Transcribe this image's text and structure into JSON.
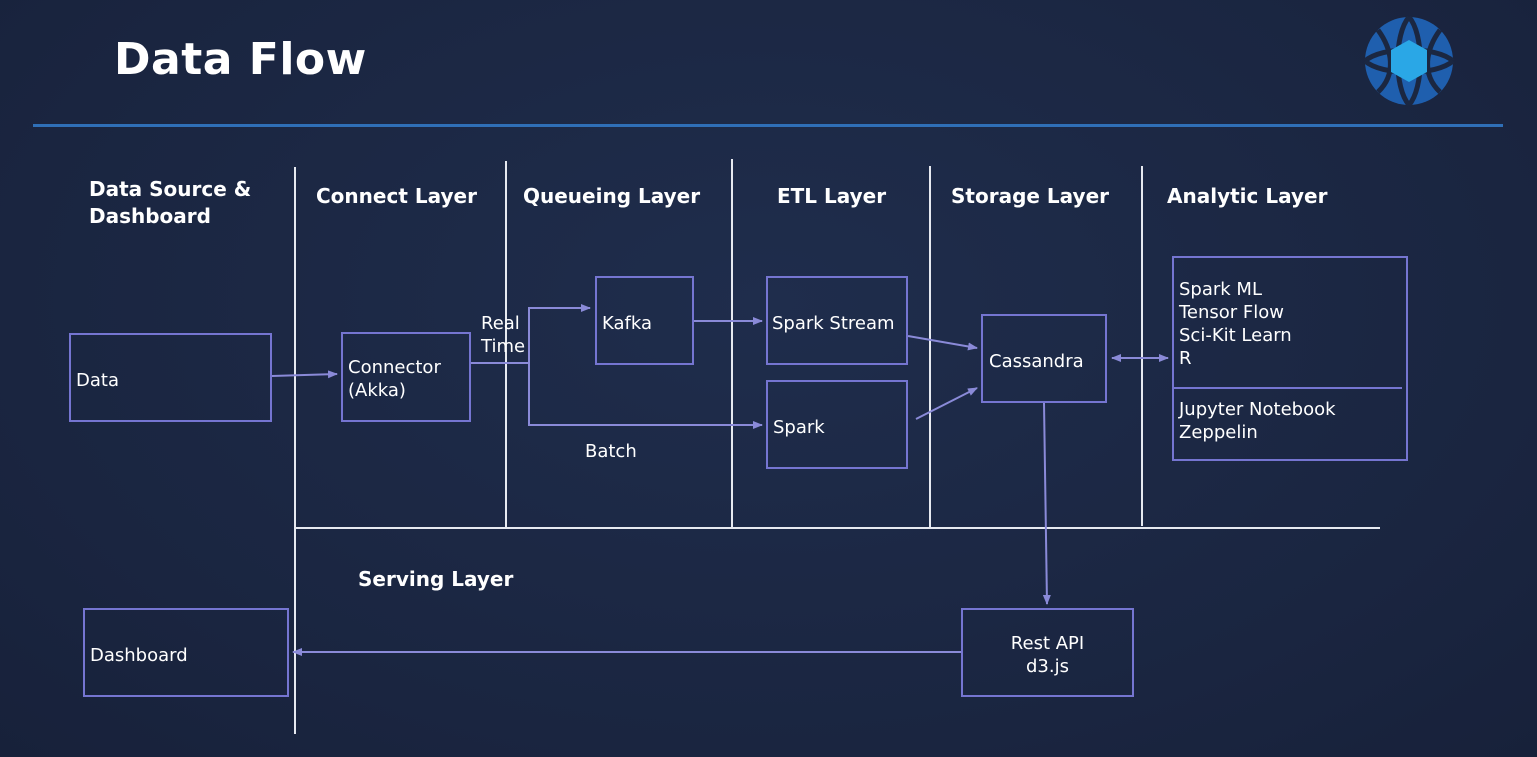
{
  "slide": {
    "title": "Data Flow",
    "background_color": "#1b2741",
    "accent_color": "#2f6fb7",
    "box_border_color": "#7575d1",
    "arrow_color": "#8a8ad8",
    "logo_icon": "blue-circular-knot-logo"
  },
  "layers": {
    "data_source": "Data Source &\nDashboard",
    "connect": "Connect Layer",
    "queueing": "Queueing Layer",
    "etl": "ETL Layer",
    "storage": "Storage Layer",
    "analytic": "Analytic Layer",
    "serving": "Serving Layer"
  },
  "nodes": {
    "data": "Data",
    "connector": "Connector\n(Akka)",
    "kafka": "Kafka",
    "spark_stream": "Spark Stream",
    "spark": "Spark",
    "cassandra": "Cassandra",
    "analytic_tools": "Spark ML\nTensor Flow\nSci-Kit Learn\nR",
    "notebooks": "Jupyter Notebook\nZeppelin",
    "rest_api": "Rest API\nd3.js",
    "dashboard": "Dashboard"
  },
  "edge_labels": {
    "real_time": "Real\nTime",
    "batch": "Batch"
  }
}
